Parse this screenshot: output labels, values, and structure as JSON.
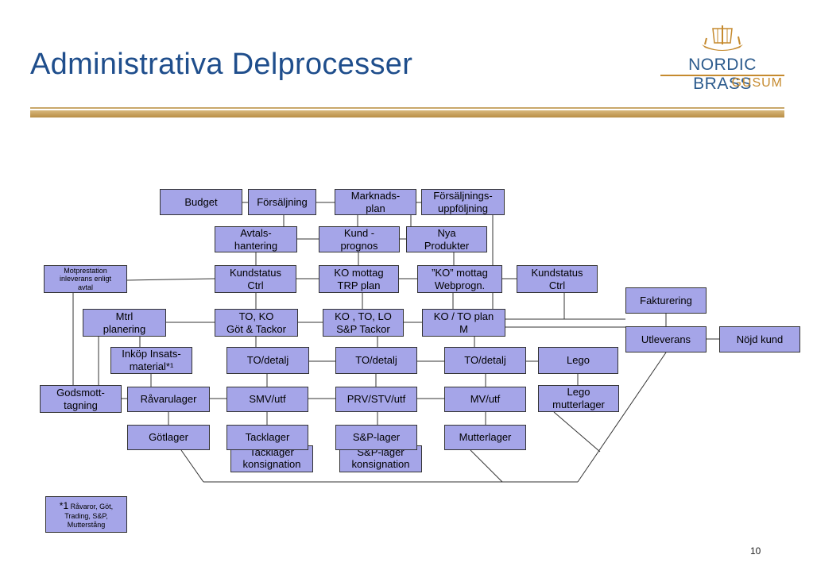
{
  "title": "Administrativa Delprocesser",
  "logo": {
    "brand": "NORDIC BRASS",
    "sub": "GUSUM"
  },
  "boxes": {
    "budget": "Budget",
    "forsaljning": "Försäljning",
    "marknadsplan": "Marknads-\nplan",
    "forsaljningsuppfoljning": "Försäljnings-\nuppföljning",
    "avtalshantering": "Avtals-\nhantering",
    "kundprognos": "Kund -\nprognos",
    "nyaprodukter": "Nya\nProdukter",
    "motprestation": "Motprestation\ninleverans enligt\navtal",
    "kundstatus1": "Kundstatus\nCtrl",
    "komottag": "KO mottag\nTRP plan",
    "komottagweb": "”KO” mottag\nWebprogn.",
    "kundstatus2": "Kundstatus\nCtrl",
    "fakturering": "Fakturering",
    "mtrlplanering": "Mtrl\nplanering",
    "toko": "TO, KO\nGöt & Tackor",
    "kotolo": "KO , TO, LO\nS&P Tackor",
    "kotoplan": "KO / TO plan\nM",
    "utleverans": "Utleverans",
    "nojdkund": "Nöjd kund",
    "inkop": "Inköp Insats-\nmaterial*¹",
    "todetalj1": "TO/detalj",
    "todetalj2": "TO/detalj",
    "todetalj3": "TO/detalj",
    "lego": "Lego",
    "godsmottagning": "Godsmott-\ntagning",
    "ravarulager": "Råvarulager",
    "smvutf": "SMV/utf",
    "prvstvutf": "PRV/STV/utf",
    "mvutf": "MV/utf",
    "legomutterlager": "Lego\nmutterlager",
    "gotlager": "Götlager",
    "tacklager": "Tacklager",
    "splager": "S&P-lager",
    "mutterlager": "Mutterlager",
    "tacklagerkons": "Tacklager\nkonsignation",
    "splagerkons": "S&P-lager\nkonsignation"
  },
  "note": {
    "marker": "*1",
    "text": "Råvaror, Göt, Trading, S&P, Mutterstång"
  },
  "page_number": "10",
  "colors": {
    "box_fill": "#a5a5e8",
    "title": "#1f4e8c",
    "rule": "#c9a86a",
    "logo_blue": "#2b5a8c",
    "logo_gold": "#c58a2e"
  }
}
